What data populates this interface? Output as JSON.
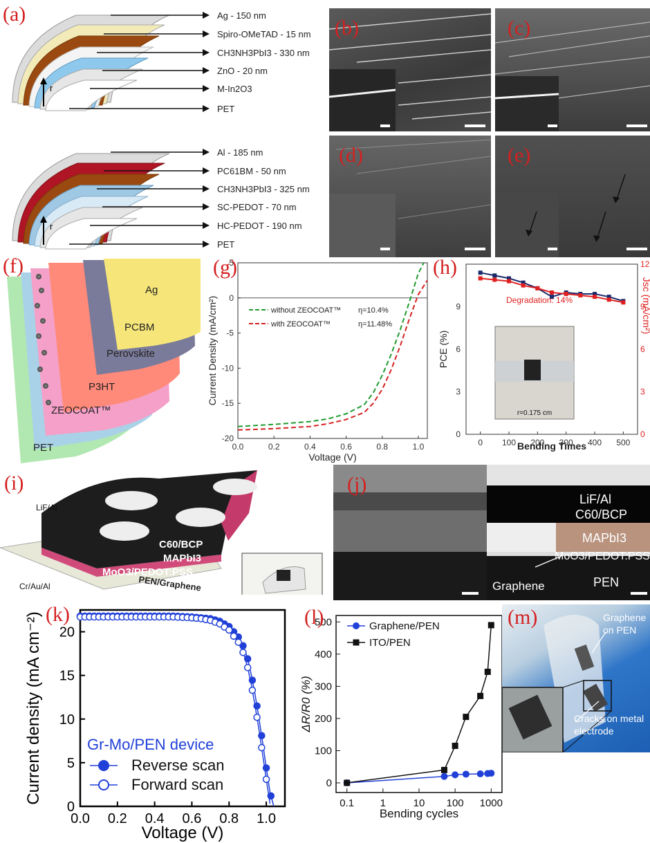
{
  "panels": {
    "a": {
      "label": "(a)",
      "layers": [
        "Ag - 150 nm",
        "Spiro-OMeTAD - 15 nm",
        "CH3NH3PbI3 - 330 nm",
        "ZnO - 20 nm",
        "M-In2O3",
        "PET"
      ],
      "radius_label": "r"
    },
    "a2": {
      "layers": [
        "Al - 185 nm",
        "PC61BM - 50 nm",
        "CH3NH3PbI3 - 325 nm",
        "SC-PEDOT - 70 nm",
        "HC-PEDOT - 190 nm",
        "PET"
      ],
      "radius_label": "r"
    },
    "b": {
      "label": "(b)"
    },
    "c": {
      "label": "(c)"
    },
    "d": {
      "label": "(d)"
    },
    "e": {
      "label": "(e)"
    },
    "f": {
      "label": "(f)",
      "layers": [
        "Ag",
        "PCBM",
        "Perovskite",
        "P3HT",
        "ZEOCOAT™",
        "PET"
      ]
    },
    "g": {
      "label": "(g)"
    },
    "h": {
      "label": "(h)",
      "degradation_text": "Degradation: 14%",
      "inset_text": "r=0.175 cm"
    },
    "i": {
      "label": "(i)",
      "layer_labels": [
        "LiF/Al",
        "C60/BCP",
        "MAPbI3",
        "MoO3/PEDOT:PSS",
        "PEN/Graphene",
        "Cr/Au/Al"
      ]
    },
    "j": {
      "label": "(j)",
      "layer_labels": [
        "LiF/Al",
        "C60/BCP",
        "MAPbI3",
        "MoO3/PEDOT:PSS",
        "Graphene",
        "PEN"
      ]
    },
    "k": {
      "label": "(k)"
    },
    "l": {
      "label": "(l)"
    },
    "m": {
      "label": "(m)",
      "annotations": [
        "Graphene on PEN",
        "Cracks on metal electrode"
      ]
    }
  },
  "chart_data": [
    {
      "panel": "g",
      "type": "line",
      "xlabel": "Voltage (V)",
      "ylabel": "Current Density (mA/cm²)",
      "xlim": [
        0.0,
        1.05
      ],
      "ylim": [
        -20,
        5
      ],
      "xticks": [
        "0.0",
        "0.2",
        "0.4",
        "0.6",
        "0.8",
        "1.0"
      ],
      "yticks": [
        "5",
        "0",
        "-5",
        "-10",
        "-15",
        "-20"
      ],
      "legend_position": "upper-left",
      "series": [
        {
          "name": "without ZEOCOAT™",
          "eta_label": "η=10.4%",
          "color": "#1f9a2e",
          "x": [
            0.0,
            0.2,
            0.4,
            0.5,
            0.6,
            0.7,
            0.75,
            0.8,
            0.85,
            0.9,
            0.95,
            1.0,
            1.03
          ],
          "y": [
            -18.3,
            -18.0,
            -17.6,
            -17.2,
            -16.5,
            -15.2,
            -13.5,
            -11.0,
            -8.0,
            -4.5,
            -0.6,
            3.5,
            5.0
          ]
        },
        {
          "name": "with ZEOCOAT™",
          "eta_label": "η=11.48%",
          "color": "#d62020",
          "x": [
            0.0,
            0.2,
            0.4,
            0.5,
            0.6,
            0.7,
            0.75,
            0.8,
            0.85,
            0.9,
            0.95,
            1.0,
            1.05
          ],
          "y": [
            -18.8,
            -18.6,
            -18.3,
            -17.9,
            -17.3,
            -16.3,
            -15.0,
            -13.0,
            -10.2,
            -6.8,
            -3.0,
            0.5,
            2.5
          ]
        }
      ]
    },
    {
      "panel": "h",
      "type": "line",
      "xlabel": "Bending Times",
      "ylabel": "PCE (%)",
      "ylabel_right": "Jsc (mA/cm²)",
      "xlim": [
        -50,
        550
      ],
      "ylim": [
        0,
        12
      ],
      "xticks": [
        "0",
        "100",
        "200",
        "300",
        "400",
        "500"
      ],
      "yticks": [
        "0",
        "3",
        "6",
        "9"
      ],
      "yticks_right": [
        "0",
        "3",
        "6",
        "9",
        "12"
      ],
      "series": [
        {
          "name": "PCE",
          "color": "#1a2a6c",
          "x": [
            0,
            50,
            100,
            150,
            200,
            250,
            300,
            350,
            400,
            450,
            500
          ],
          "y": [
            11.4,
            11.2,
            11.0,
            10.7,
            10.3,
            9.7,
            10.0,
            9.9,
            9.9,
            9.7,
            9.4
          ]
        },
        {
          "name": "Jsc",
          "color": "#e02020",
          "x": [
            0,
            50,
            100,
            150,
            200,
            250,
            300,
            350,
            400,
            450,
            500
          ],
          "y": [
            11.0,
            10.9,
            10.8,
            10.5,
            10.3,
            10.0,
            9.9,
            9.8,
            9.7,
            9.5,
            9.3
          ]
        }
      ]
    },
    {
      "panel": "k",
      "type": "line",
      "xlabel": "Voltage (V)",
      "ylabel": "Current density (mA cm⁻²)",
      "xlim": [
        0.0,
        1.1
      ],
      "ylim": [
        0,
        22.5
      ],
      "xticks": [
        "0.0",
        "0.2",
        "0.4",
        "0.6",
        "0.8",
        "1.0"
      ],
      "yticks": [
        "0",
        "5",
        "10",
        "15",
        "20"
      ],
      "legend_title": "Gr-Mo/PEN device",
      "legend_position": "lower-left",
      "series": [
        {
          "name": "Reverse scan",
          "marker": "filled-circle",
          "color": "#2040d8",
          "x": [
            0.0,
            0.1,
            0.2,
            0.3,
            0.4,
            0.5,
            0.6,
            0.65,
            0.7,
            0.75,
            0.8,
            0.85,
            0.88,
            0.9,
            0.92,
            0.94,
            0.96,
            0.98,
            1.0,
            1.02,
            1.04
          ],
          "y": [
            21.8,
            21.8,
            21.8,
            21.8,
            21.8,
            21.8,
            21.7,
            21.6,
            21.5,
            21.2,
            20.6,
            19.4,
            18.2,
            16.9,
            15.0,
            12.8,
            10.2,
            7.4,
            4.4,
            1.6,
            0.0
          ]
        },
        {
          "name": "Forward scan",
          "marker": "open-circle",
          "color": "#2040d8",
          "x": [
            0.0,
            0.1,
            0.2,
            0.3,
            0.4,
            0.5,
            0.6,
            0.65,
            0.7,
            0.75,
            0.8,
            0.85,
            0.88,
            0.9,
            0.92,
            0.94,
            0.96,
            0.98,
            1.0,
            1.02
          ],
          "y": [
            21.7,
            21.7,
            21.7,
            21.7,
            21.7,
            21.7,
            21.6,
            21.5,
            21.3,
            20.9,
            20.2,
            18.8,
            17.4,
            15.9,
            13.9,
            11.5,
            8.9,
            6.0,
            3.1,
            0.3
          ]
        }
      ]
    },
    {
      "panel": "l",
      "type": "line",
      "xlabel": "Bending cycles",
      "ylabel": "ΔR/R0 (%)",
      "xscale": "log",
      "xlim": [
        0.05,
        2000
      ],
      "ylim": [
        -30,
        520
      ],
      "xticks": [
        "0.1",
        "1",
        "10",
        "100",
        "1000"
      ],
      "yticks": [
        "0",
        "100",
        "200",
        "300",
        "400",
        "500"
      ],
      "legend_position": "upper-left",
      "series": [
        {
          "name": "Graphene/PEN",
          "marker": "circle",
          "color": "#2040d8",
          "x": [
            0.1,
            50,
            100,
            200,
            500,
            800,
            1000
          ],
          "y": [
            0,
            20,
            25,
            27,
            28,
            29,
            30
          ]
        },
        {
          "name": "ITO/PEN",
          "marker": "square",
          "color": "#111111",
          "x": [
            0.1,
            50,
            100,
            200,
            500,
            800,
            1000
          ],
          "y": [
            0,
            40,
            115,
            205,
            270,
            345,
            490
          ]
        }
      ]
    }
  ]
}
